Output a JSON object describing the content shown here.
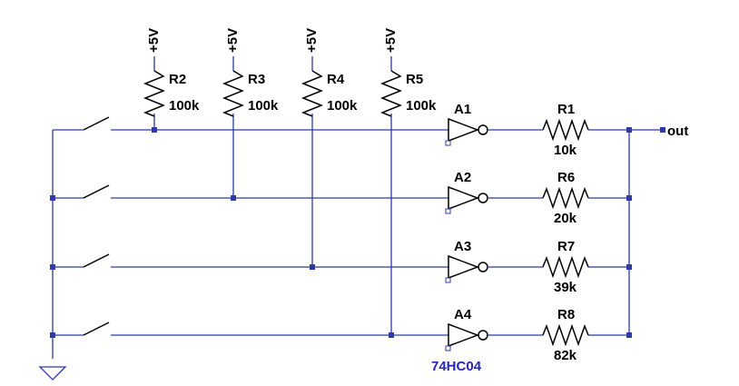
{
  "colors": {
    "wire": "#2d3aa8",
    "component": "#000000",
    "part_number": "#2626b8"
  },
  "supply_label": "+5V",
  "pullups": [
    {
      "ref": "R2",
      "value": "100k"
    },
    {
      "ref": "R3",
      "value": "100k"
    },
    {
      "ref": "R4",
      "value": "100k"
    },
    {
      "ref": "R5",
      "value": "100k"
    }
  ],
  "inverters": [
    {
      "ref": "A1"
    },
    {
      "ref": "A2"
    },
    {
      "ref": "A3"
    },
    {
      "ref": "A4"
    }
  ],
  "inverter_part": "74HC04",
  "series_resistors": [
    {
      "ref": "R1",
      "value": "10k"
    },
    {
      "ref": "R6",
      "value": "20k"
    },
    {
      "ref": "R7",
      "value": "39k"
    },
    {
      "ref": "R8",
      "value": "82k"
    }
  ],
  "output_label": "out"
}
